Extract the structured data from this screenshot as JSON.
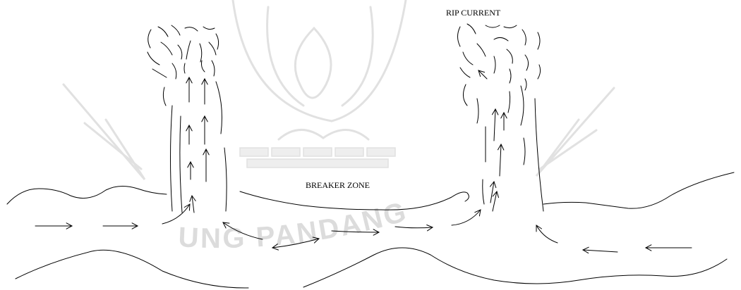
{
  "diagram": {
    "labels": {
      "rip_current": "RIP CURRENT",
      "breaker_zone": "BREAKER ZONE"
    },
    "watermark": {
      "text": "UNG PANDANG"
    }
  },
  "colors": {
    "stroke": "#000000",
    "watermark": "#dcdcdc",
    "background": "#ffffff"
  }
}
